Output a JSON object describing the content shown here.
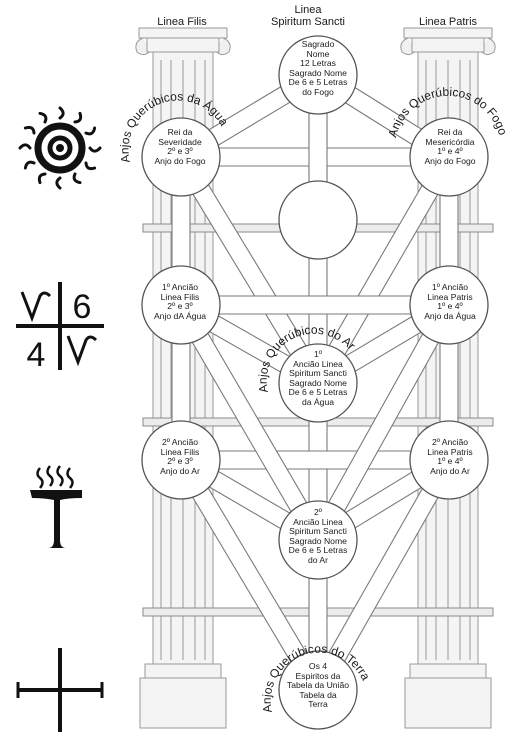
{
  "headers": {
    "filis": "Linea Filis",
    "sancti": "Linea\nSpiritum Sancti",
    "patris": "Linea Patris"
  },
  "arcs": {
    "agua": "Anjos Querúbicos da Água",
    "fogo": "Anjos Querúbicos do Fogo",
    "ar": "Anjos Querúbicos do Ar",
    "terra": "Anjos Querúbicos do Terra"
  },
  "nodes": {
    "top": "Sagrado\nNome\n12 Letras\nSagrado Nome\nDe 6 e 5 Letras\ndo Fogo",
    "severidade": "Rei da\nSeveridade\n2º e 3º\nAnjo do Fogo",
    "misericordia": "Rei da\nMesericórdia\n1º e 4º\nAnjo do Fogo",
    "ancient1_filis": "1º Ancião\nLinea Filis\n2º e 3º\nAnjo dA Água",
    "ancient1_patris": "1º Ancião\nLinea Patris\n1º e 4º\nAnjo da Água",
    "ancient1_sancti": "1º\nAncião Linea\nSpiritum Sancti\nSagrado Nome\nDe 6 e 5 Letras\nda Água",
    "ancient2_filis": "2º Ancião\nLinea Filis\n2º e 3º\nAnjo do Ar",
    "ancient2_patris": "2º Ancião\nLinea Patris\n1º e 4º\nAnjo do Ar",
    "ancient2_sancti": "2º\nAncião  Linea\nSpiritum Sancti\nSagrado Nome\nDe 6 e 5 Letras\ndo Ar",
    "bottom": "Os 4\nEspiritos da\nTabela da União\nTabela da\nTerra"
  },
  "symbols": {
    "fire": "sun-target-icon",
    "water": "water-cross-icon",
    "air": "tau-steam-icon",
    "earth": "earth-cross-icon",
    "water_glyphs": [
      "6",
      "4"
    ]
  }
}
